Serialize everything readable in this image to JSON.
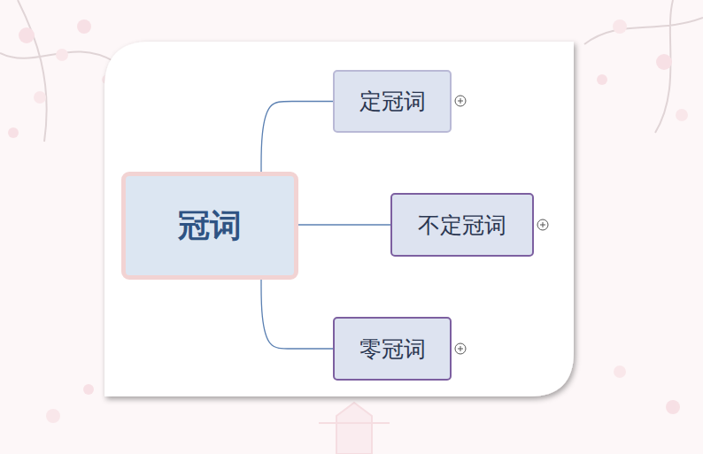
{
  "diagram": {
    "nodes": [
      {
        "text": [
          "冠词"
        ]
      },
      {
        "text": [
          "定冠词"
        ]
      },
      {
        "text": [
          "不定冠词"
        ]
      },
      {
        "text": [
          "零冠词"
        ]
      }
    ],
    "edges": [
      {
        "from": 0,
        "to": 1,
        "arrow": "none"
      },
      {
        "from": 0,
        "to": 2,
        "arrow": "none"
      },
      {
        "from": 0,
        "to": 3,
        "arrow": "none"
      }
    ]
  }
}
